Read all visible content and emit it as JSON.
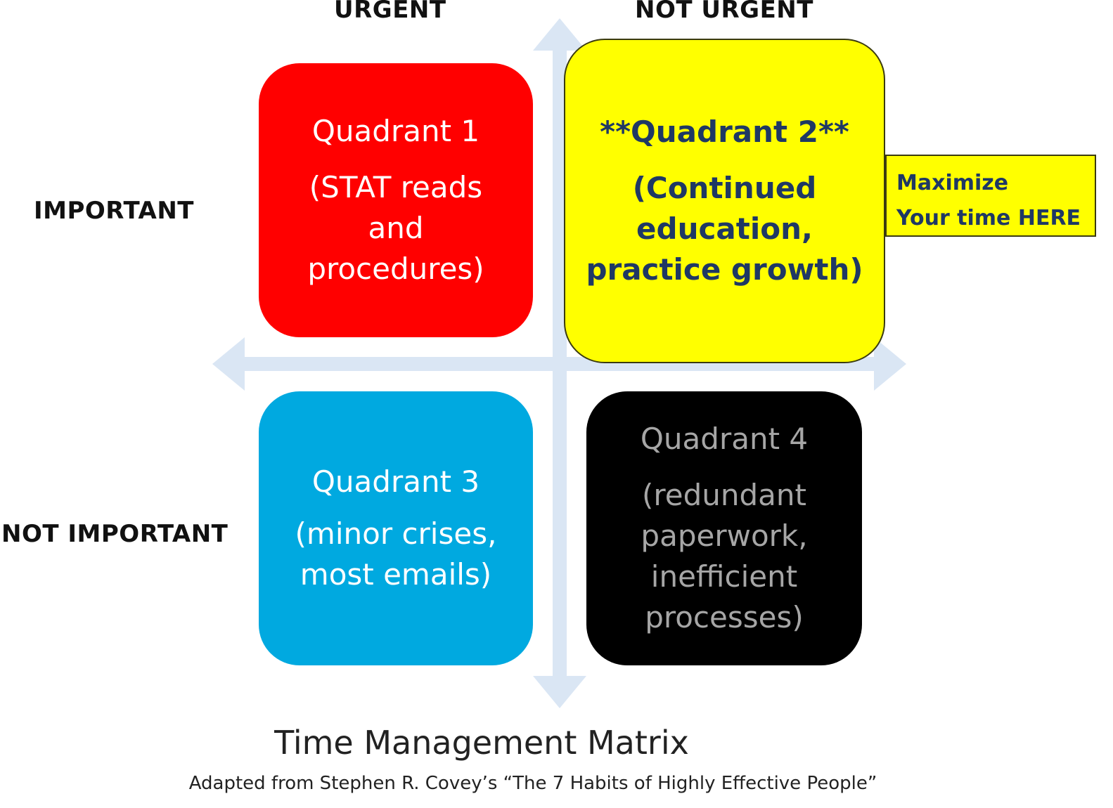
{
  "columns": {
    "urgent": "URGENT",
    "not_urgent": "NOT URGENT"
  },
  "rows": {
    "important": "IMPORTANT",
    "not_important": "NOT IMPORTANT"
  },
  "quadrants": [
    {
      "title": "Quadrant 1",
      "description": "(STAT reads\nand\nprocedures)",
      "fill": "#ff0000",
      "text_color": "#ffffff"
    },
    {
      "title": "**Quadrant 2**",
      "description": "(Continued\neducation,\npractice growth)",
      "fill": "#ffff00",
      "text_color": "#1f3864"
    },
    {
      "title": "Quadrant 3",
      "description": "(minor crises,\nmost emails)",
      "fill": "#00a9e0",
      "text_color": "#ffffff"
    },
    {
      "title": "Quadrant 4",
      "description": "(redundant\npaperwork,\ninefficient\nprocesses)",
      "fill": "#000000",
      "text_color": "#a6a6a6"
    }
  ],
  "callout": {
    "text": "Maximize\nYour time HERE",
    "fill": "#ffff00"
  },
  "axis_color": "#dae6f4",
  "title": "Time Management Matrix",
  "subtitle": "Adapted from Stephen R. Covey’s “The 7 Habits of Highly Effective People”"
}
